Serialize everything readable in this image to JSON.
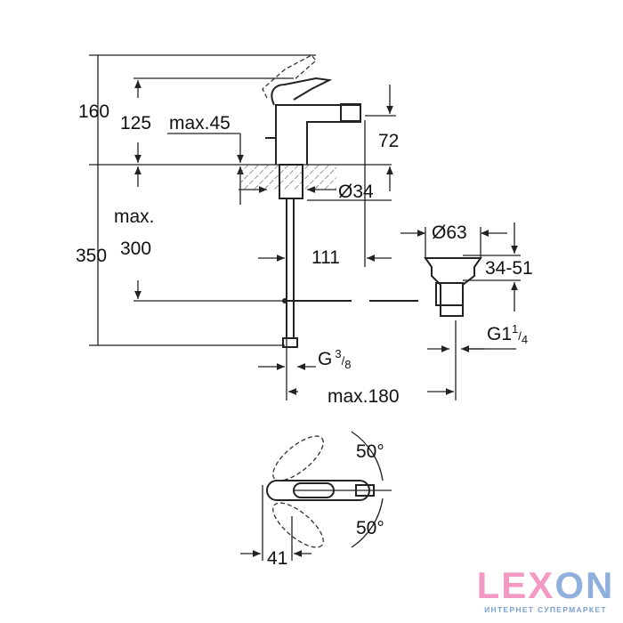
{
  "dimensions": {
    "total_height_top": "160",
    "spout_height": "125",
    "lever_clearance": "max.45",
    "outlet_height": "72",
    "hole_diameter": "Ø34",
    "max_label": "max.",
    "max_depth": "300",
    "total_length": "350",
    "spout_reach": "111",
    "waste_diameter": "Ø63",
    "waste_range": "34-51",
    "waste_thread": "G1",
    "waste_thread_fraction_num": "1",
    "waste_thread_fraction_den": "4",
    "supply_thread": "G",
    "supply_thread_fraction_num": "3",
    "supply_thread_fraction_den": "8",
    "max_reach": "max.180",
    "angle_up": "50°",
    "angle_down": "50°",
    "lever_offset": "41"
  },
  "logo": {
    "letters": [
      "LEX",
      "O",
      "N"
    ],
    "tagline": "ИНТЕРНЕТ СУПЕРМАРКЕТ",
    "colors": {
      "pink": "#f29ac4",
      "blue": "#8fb0dc"
    }
  }
}
